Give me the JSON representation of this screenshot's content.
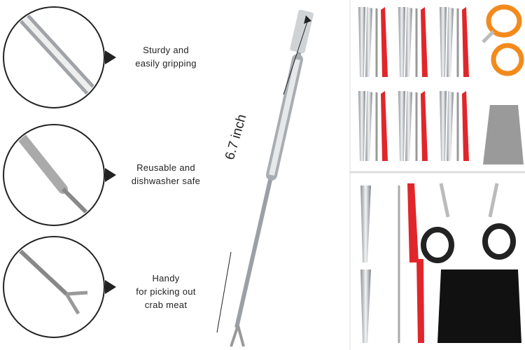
{
  "features": [
    {
      "line1": "Sturdy and",
      "line2": "easily gripping"
    },
    {
      "line1": "Reusable and",
      "line2": "dishwasher safe"
    },
    {
      "line1": "Handy",
      "line2": "for picking out",
      "line3": "crab meat"
    }
  ],
  "length_label": "6.7 inch",
  "colors": {
    "accent_red": "#e0262b",
    "scissor_orange": "#f28a1c",
    "metal": "#c9ccd0",
    "bag_gray": "#9a9a9a",
    "bag_black": "#111111"
  }
}
